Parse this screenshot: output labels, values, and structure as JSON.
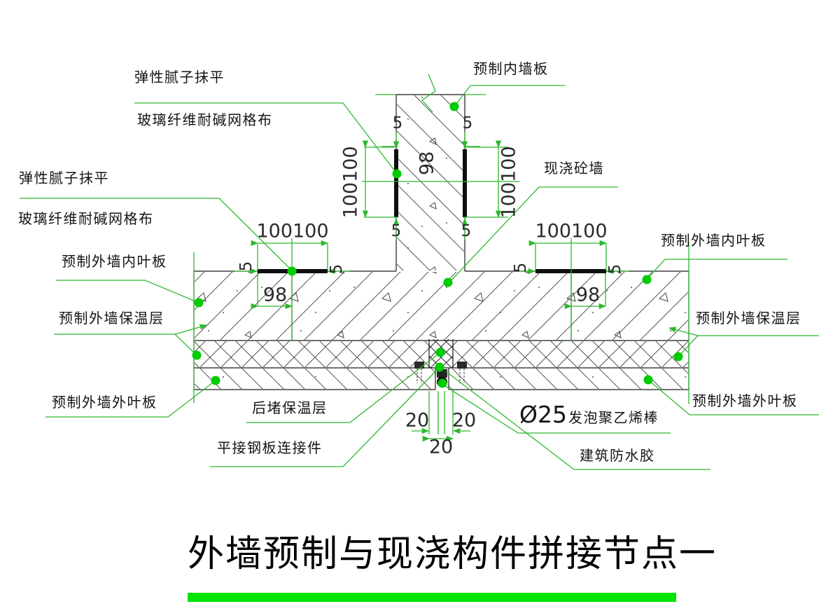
{
  "title": "外墙预制与现浇构件拼接节点一",
  "colors": {
    "leader_green": "#2db82d",
    "dot_green": "#00cc00",
    "title_bar_green": "#00e400",
    "line_black": "#1b1b1b"
  },
  "labels": {
    "elastic_putty_1": "弹性腻子抹平",
    "mesh_cloth_1": "玻璃纤维耐碱网格布",
    "elastic_putty_2": "弹性腻子抹平",
    "mesh_cloth_2": "玻璃纤维耐碱网格布",
    "inner_leaf_left": "预制外墙内叶板",
    "insulation_left": "预制外墙保温层",
    "outer_leaf_left": "预制外墙外叶板",
    "rear_plug_insulation": "后堵保温层",
    "steel_plate_connector": "平接钢板连接件",
    "precast_interior_panel": "预制内墙板",
    "cast_in_place_wall": "现浇砼墙",
    "inner_leaf_right": "预制外墙内叶板",
    "insulation_right": "预制外墙保温层",
    "outer_leaf_right": "预制外墙外叶板",
    "foam_rod_dia": "Ø25",
    "foam_rod_text": "发泡聚乙烯棒",
    "waterproof_sealant": "建筑防水胶"
  },
  "dims": {
    "d100100": "100100",
    "d98": "98",
    "d5": "5",
    "d20": "20"
  }
}
